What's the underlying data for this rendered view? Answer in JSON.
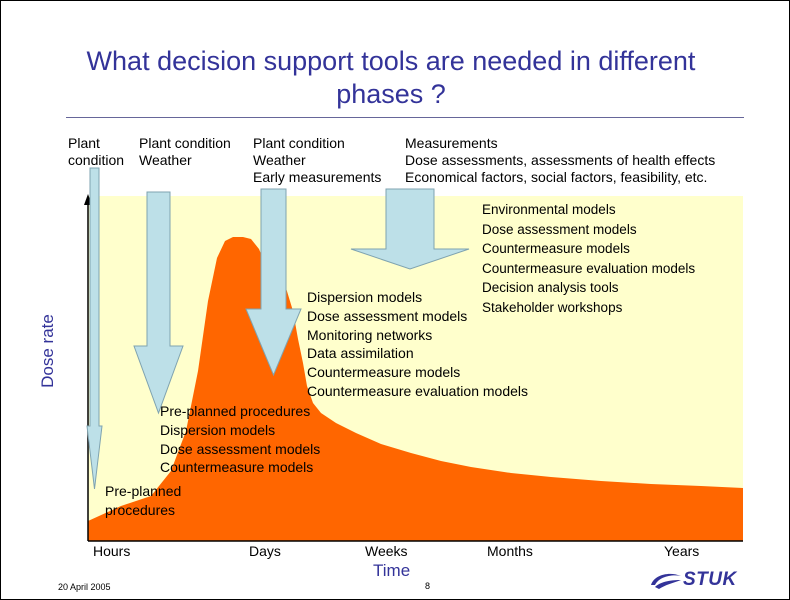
{
  "slide": {
    "title": "What decision support tools are needed in different phases ?",
    "footer_date": "20 April 2005",
    "page_number": "8",
    "logo_text": "STUK"
  },
  "phase_inputs": [
    {
      "text": "Plant\ncondition"
    },
    {
      "text": "Plant condition\nWeather"
    },
    {
      "text": "Plant condition\nWeather\nEarly measurements"
    },
    {
      "text": "Measurements\nDose assessments, assessments of health effects\nEconomical factors, social factors, feasibility, etc."
    }
  ],
  "phase_tools": [
    {
      "text": "Pre-planned\nprocedures"
    },
    {
      "text": "Pre-planned procedures\nDispersion models\nDose assessment models\nCountermeasure models"
    },
    {
      "text": "Dispersion models\nDose assessment models\nMonitoring networks\nData assimilation\nCountermeasure models\nCountermeasure evaluation models"
    },
    {
      "text": "Environmental models\nDose assessment models\nCountermeasure models\nCountermeasure evaluation models\nDecision analysis tools\nStakeholder workshops"
    }
  ],
  "axes": {
    "x_title": "Time",
    "y_title": "Dose rate",
    "x_ticks": [
      "Hours",
      "Days",
      "Weeks",
      "Months",
      "Years"
    ]
  },
  "colors": {
    "title": "#333399",
    "plot_background": "#FFFFCC",
    "curve_fill": "#FF6600",
    "arrow_fill": "#BDE0E8",
    "arrow_stroke": "#7FA3B0"
  }
}
